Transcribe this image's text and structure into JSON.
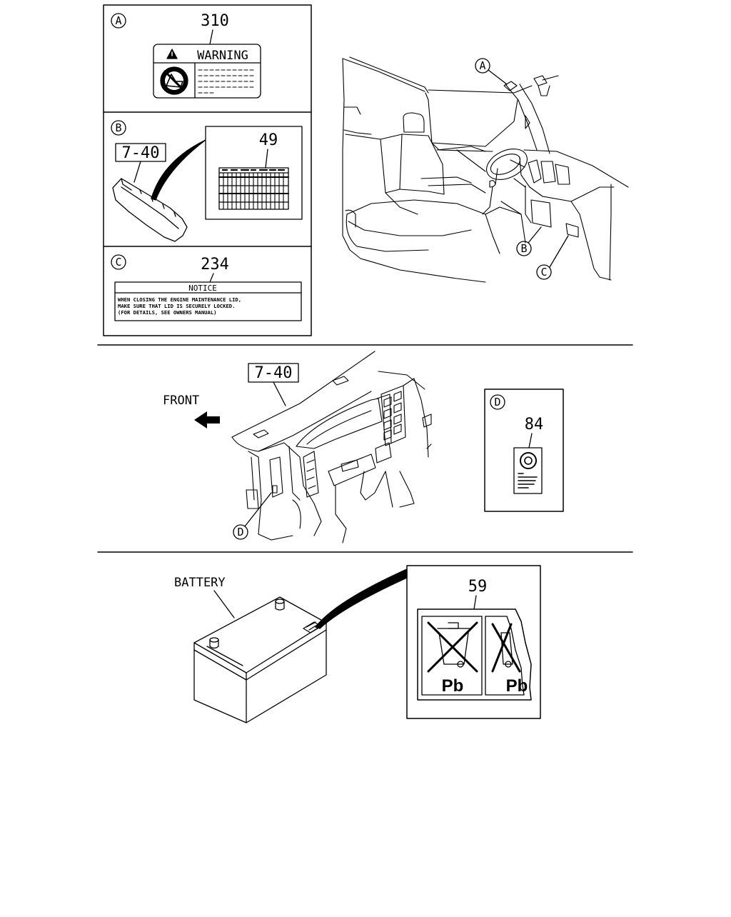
{
  "callouts": {
    "a": "A",
    "b": "B",
    "c": "C",
    "d": "D"
  },
  "panel_a": {
    "part_no": "310",
    "label_title": "WARNING"
  },
  "panel_b": {
    "ref": "7-40",
    "part_no": "49"
  },
  "panel_c": {
    "part_no": "234",
    "notice_title": "NOTICE",
    "notice_lines": [
      "WHEN CLOSING THE ENGINE MAINTENANCE LID,",
      "MAKE SURE THAT LID IS SECURELY LOCKED.",
      "(FOR DETAILS, SEE OWNERS MANUAL)"
    ]
  },
  "dashboard": {
    "ref": "7-40",
    "front_label": "FRONT"
  },
  "panel_d": {
    "part_no": "84"
  },
  "battery": {
    "label": "BATTERY",
    "part_no": "59",
    "symbol_text": "Pb"
  }
}
